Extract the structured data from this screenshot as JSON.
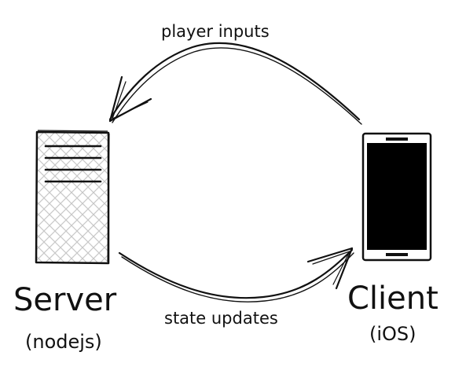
{
  "diagram": {
    "server": {
      "title": "Server",
      "subtitle": "(nodejs)",
      "icon": "server-icon"
    },
    "client": {
      "title": "Client",
      "subtitle": "(iOS)",
      "icon": "phone-icon"
    },
    "edges": {
      "top_label": "player inputs",
      "bottom_label": "state updates"
    },
    "colors": {
      "stroke": "#111111",
      "hatch": "#c8c8c8",
      "server_fill": "#ffffff",
      "phone_screen": "#000000"
    }
  }
}
